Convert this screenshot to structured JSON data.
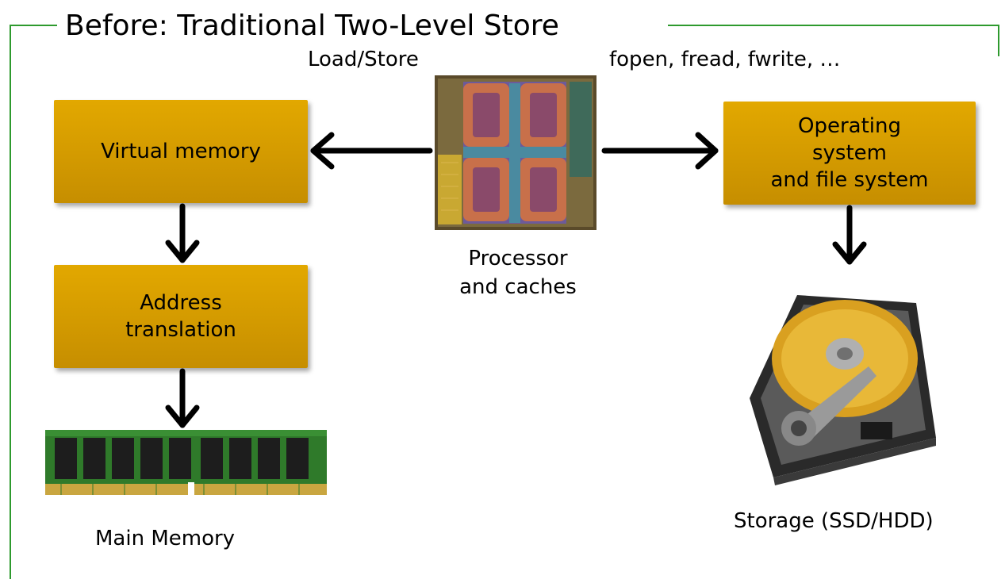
{
  "title": "Before: Traditional Two-Level Store",
  "labels": {
    "load_store": "Load/Store",
    "file_calls": "fopen, fread, fwrite, …",
    "processor": "Processor\nand caches",
    "main_memory": "Main Memory",
    "storage": "Storage (SSD/HDD)"
  },
  "boxes": {
    "virtual_memory": "Virtual memory",
    "address_translation": "Address\ntranslation",
    "os_fs": "Operating\nsystem\nand file system"
  },
  "colors": {
    "frame": "#2e9a2e",
    "box": "#d9a000",
    "arrow": "#000000"
  }
}
